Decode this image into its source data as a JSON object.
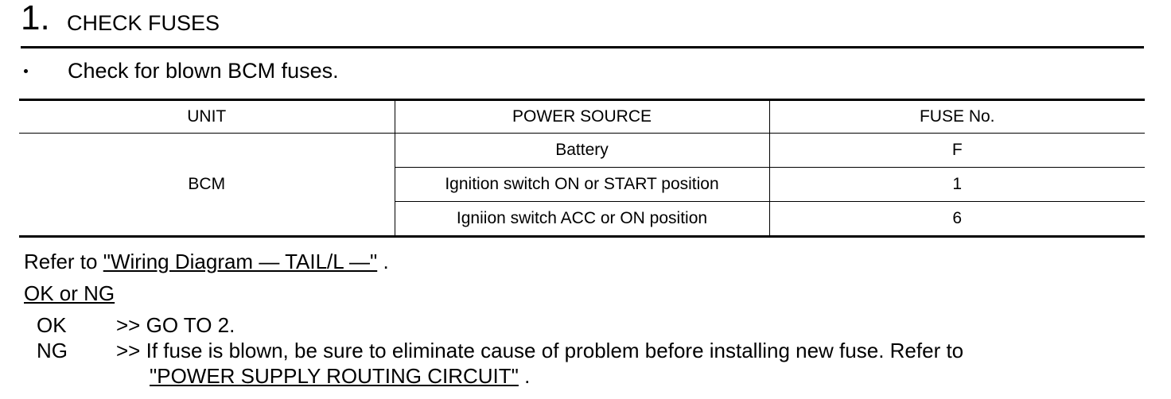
{
  "step": {
    "number": "1.",
    "title": "CHECK FUSES"
  },
  "bullet": {
    "text": "Check for blown BCM fuses."
  },
  "table": {
    "headers": {
      "unit": "UNIT",
      "power_source": "POWER SOURCE",
      "fuse_no": "FUSE No."
    },
    "unit": "BCM",
    "rows": [
      {
        "power_source": "Battery",
        "fuse_no": "F"
      },
      {
        "power_source": "Ignition switch ON or START position",
        "fuse_no": "1"
      },
      {
        "power_source": "Igniion switch ACC or ON position",
        "fuse_no": "6"
      }
    ]
  },
  "refer": {
    "prefix": "Refer to ",
    "link": "\"Wiring Diagram — TAIL/L —\"",
    "suffix": " ."
  },
  "ok_ng_heading": "OK or NG",
  "results": {
    "ok": {
      "label": "OK",
      "action": ">> GO TO 2."
    },
    "ng": {
      "label": "NG",
      "action": ">> If fuse is blown, be sure to eliminate cause of problem before installing new fuse. Refer to",
      "link": "\"POWER SUPPLY ROUTING CIRCUIT\"",
      "suffix": " ."
    }
  }
}
